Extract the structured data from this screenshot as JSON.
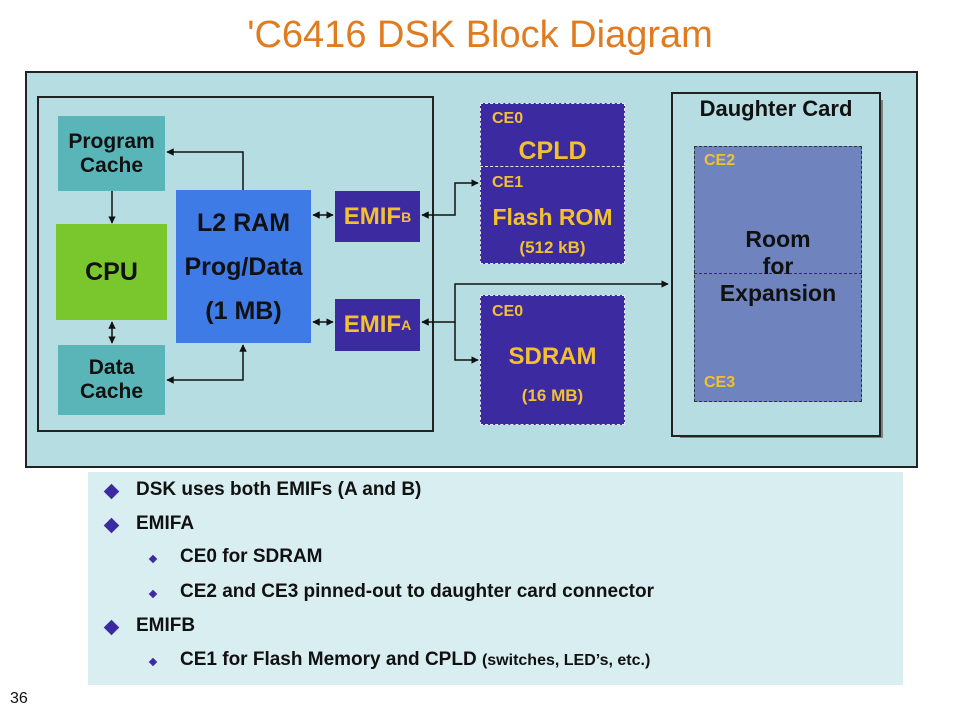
{
  "title": "'C6416 DSK Block Diagram",
  "blocks": {
    "program_cache": [
      "Program",
      "Cache"
    ],
    "cpu": "CPU",
    "data_cache": [
      "Data",
      "Cache"
    ],
    "l2ram": [
      "L2 RAM",
      "Prog/Data",
      "(1 MB)"
    ],
    "emifb": {
      "main": "EMIF",
      "sub": "B"
    },
    "emifa": {
      "main": "EMIF",
      "sub": "A"
    },
    "cpld": {
      "ce": "CE0",
      "name": "CPLD"
    },
    "flash": {
      "ce": "CE1",
      "name": "Flash ROM",
      "size": "(512 kB)"
    },
    "sdram": {
      "ce": "CE0",
      "name": "SDRAM",
      "size": "(16 MB)"
    },
    "daughter": {
      "title": "Daughter Card",
      "ce_top": "CE2",
      "ce_bottom": "CE3",
      "text": [
        "Room",
        "for",
        "Expansion"
      ]
    }
  },
  "bullets": {
    "b1": "DSK uses both EMIFs (A and B)",
    "b2": "EMIFA",
    "b2a": "CE0 for SDRAM",
    "b2b": "CE2 and CE3 pinned-out to daughter card connector",
    "b3": "EMIFB",
    "b3a_main": "CE1 for Flash Memory and CPLD",
    "b3a_small": "(switches, LED’s, etc.)"
  },
  "page_number": "36",
  "colors": {
    "title": "#e07b1f",
    "emif": "#3c2aa0",
    "emif_text": "#f4c030",
    "cache": "#5ab5b9",
    "cpu": "#79c72c",
    "l2ram": "#3f7be6"
  }
}
